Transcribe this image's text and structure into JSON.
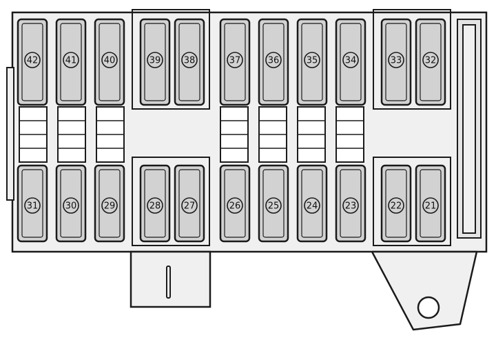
{
  "diagram": {
    "colors": {
      "background": "#ffffff",
      "housing": "#f0f0f0",
      "fuse_fill": "#d2d2d2",
      "stroke": "#1a1a1a"
    },
    "top_row": [
      {
        "label": "42"
      },
      {
        "label": "41"
      },
      {
        "label": "40"
      },
      {
        "label": "39"
      },
      {
        "label": "38"
      },
      {
        "label": "37"
      },
      {
        "label": "36"
      },
      {
        "label": "35"
      },
      {
        "label": "34"
      },
      {
        "label": "33"
      },
      {
        "label": "32"
      }
    ],
    "bottom_row": [
      {
        "label": "31"
      },
      {
        "label": "30"
      },
      {
        "label": "29"
      },
      {
        "label": "28"
      },
      {
        "label": "27"
      },
      {
        "label": "26"
      },
      {
        "label": "25"
      },
      {
        "label": "24"
      },
      {
        "label": "23"
      },
      {
        "label": "22"
      },
      {
        "label": "21"
      }
    ]
  }
}
